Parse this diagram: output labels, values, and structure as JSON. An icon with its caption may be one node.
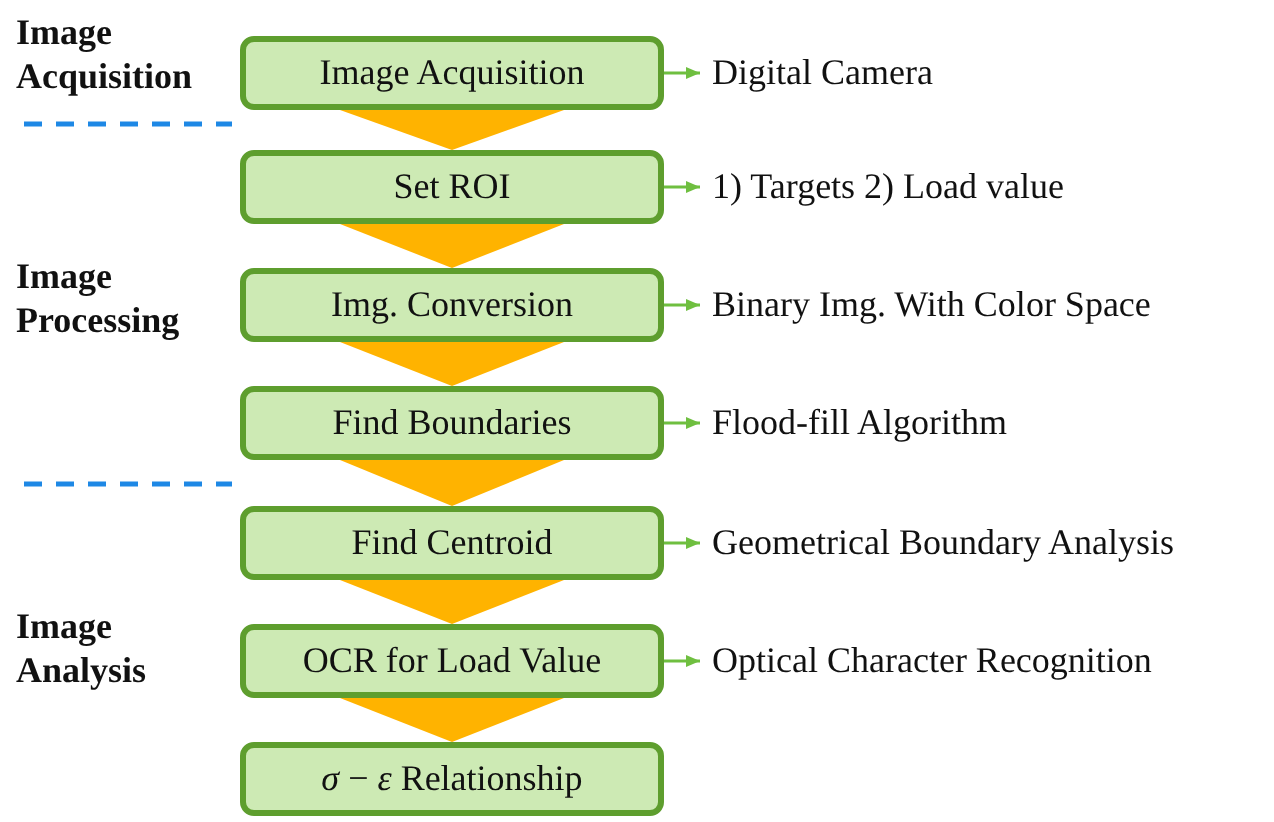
{
  "diagram": {
    "nodes": [
      {
        "text": [
          "Image Acquisition"
        ]
      },
      {
        "text": [
          "Set ROI"
        ]
      },
      {
        "text": [
          "Img. Conversion"
        ]
      },
      {
        "text": [
          "Find Boundaries"
        ]
      },
      {
        "text": [
          "Find Centroid"
        ]
      },
      {
        "text": [
          "OCR for Load Value"
        ]
      },
      {
        "text": [
          "*σ* − *ε* Relationship"
        ]
      },
      {
        "text": [
          "Digital Camera"
        ]
      },
      {
        "text": [
          "1) Targets 2) Load value"
        ]
      },
      {
        "text": [
          "Binary Img. With Color Space"
        ]
      },
      {
        "text": [
          "Flood-fill Algorithm"
        ]
      },
      {
        "text": [
          "Geometrical Boundary Analysis"
        ]
      },
      {
        "text": [
          "Optical Character Recognition"
        ]
      }
    ],
    "edges": [
      {
        "from": 0,
        "to": 1,
        "arrow": "to",
        "style": "thick",
        "color": "#ffb300"
      },
      {
        "from": 1,
        "to": 2,
        "arrow": "to",
        "style": "thick",
        "color": "#ffb300"
      },
      {
        "from": 2,
        "to": 3,
        "arrow": "to",
        "style": "thick",
        "color": "#ffb300"
      },
      {
        "from": 3,
        "to": 4,
        "arrow": "to",
        "style": "thick",
        "color": "#ffb300"
      },
      {
        "from": 4,
        "to": 5,
        "arrow": "to",
        "style": "thick",
        "color": "#ffb300"
      },
      {
        "from": 5,
        "to": 6,
        "arrow": "to",
        "style": "thick",
        "color": "#ffb300"
      },
      {
        "from": 0,
        "to": 7,
        "arrow": "to"
      },
      {
        "from": 1,
        "to": 8,
        "arrow": "to"
      },
      {
        "from": 2,
        "to": 9,
        "arrow": "to"
      },
      {
        "from": 3,
        "to": 10,
        "arrow": "to"
      },
      {
        "from": 4,
        "to": 11,
        "arrow": "to"
      },
      {
        "from": 5,
        "to": 12,
        "arrow": "to"
      }
    ],
    "labels": [
      "Image Acquisition",
      "Image Processing",
      "Image Analysis"
    ]
  }
}
